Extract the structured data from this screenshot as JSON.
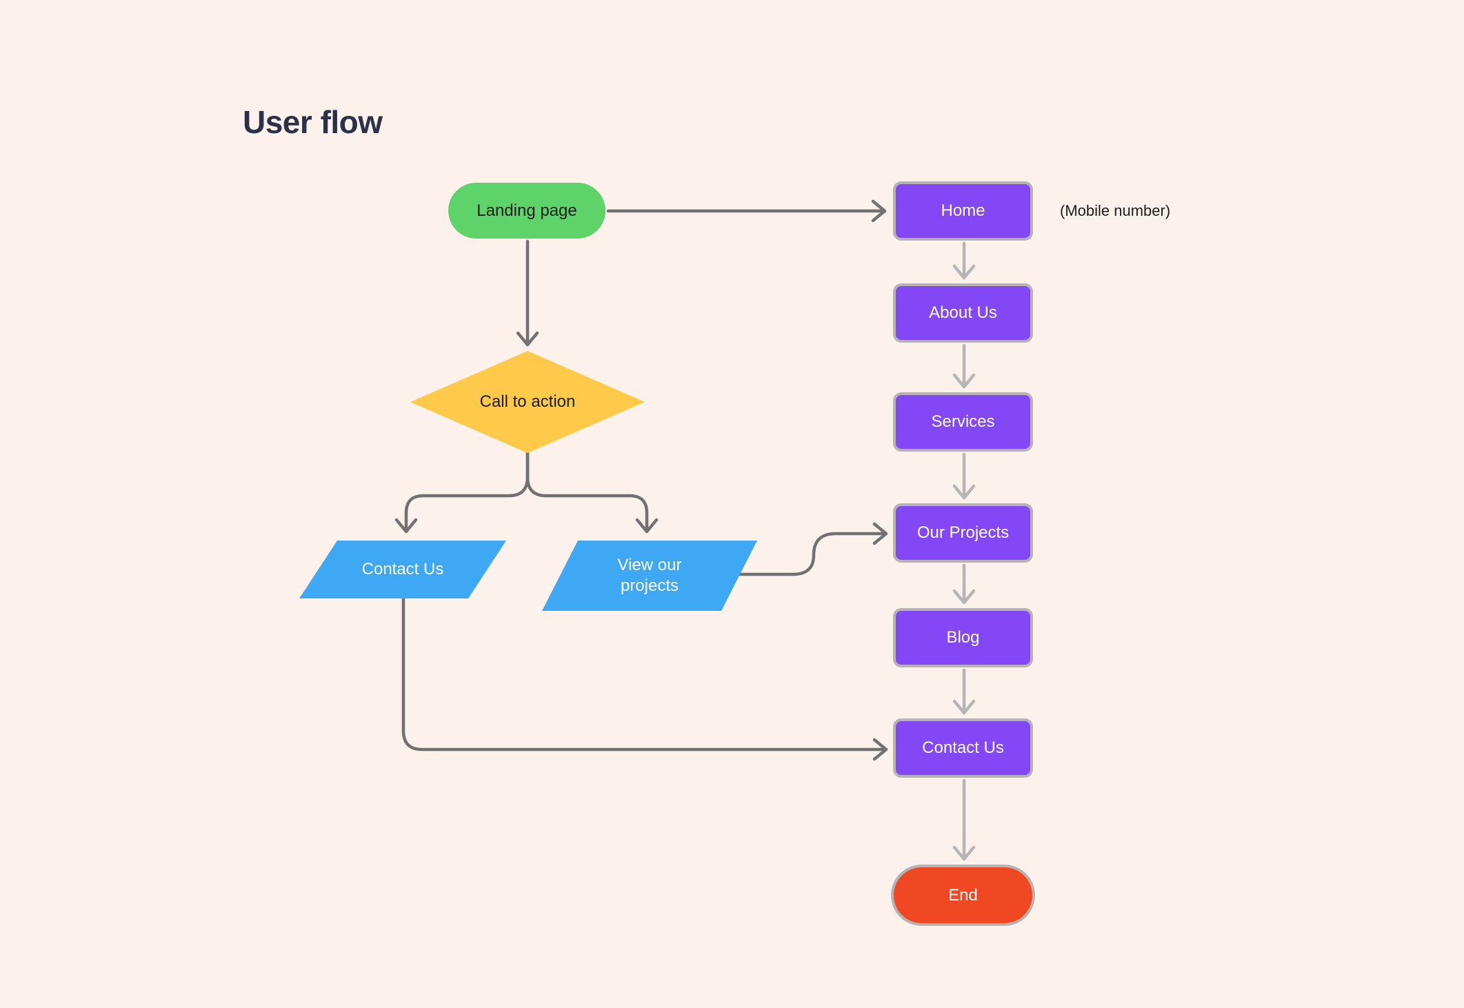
{
  "title": "User flow",
  "annotations": {
    "mobile_number": "(Mobile number)"
  },
  "nodes": {
    "landing_page": {
      "label": "Landing page",
      "shape": "terminator",
      "fill": "green"
    },
    "call_to_action": {
      "label": "Call to action",
      "shape": "decision",
      "fill": "yellow"
    },
    "contact_us_action": {
      "label": "Contact Us",
      "shape": "parallelogram",
      "fill": "blue"
    },
    "view_our_projects": {
      "label": "View our projects",
      "shape": "parallelogram",
      "fill": "blue"
    },
    "home": {
      "label": "Home",
      "shape": "process",
      "fill": "purple"
    },
    "about_us": {
      "label": "About Us",
      "shape": "process",
      "fill": "purple"
    },
    "services": {
      "label": "Services",
      "shape": "process",
      "fill": "purple"
    },
    "our_projects": {
      "label": "Our Projects",
      "shape": "process",
      "fill": "purple"
    },
    "blog": {
      "label": "Blog",
      "shape": "process",
      "fill": "purple"
    },
    "contact_us": {
      "label": "Contact Us",
      "shape": "process",
      "fill": "purple"
    },
    "end": {
      "label": "End",
      "shape": "terminator",
      "fill": "orange"
    }
  },
  "edges": [
    {
      "from": "landing_page",
      "to": "home"
    },
    {
      "from": "landing_page",
      "to": "call_to_action"
    },
    {
      "from": "call_to_action",
      "to": "contact_us_action"
    },
    {
      "from": "call_to_action",
      "to": "view_our_projects"
    },
    {
      "from": "view_our_projects",
      "to": "our_projects"
    },
    {
      "from": "contact_us_action",
      "to": "contact_us"
    },
    {
      "from": "home",
      "to": "about_us"
    },
    {
      "from": "about_us",
      "to": "services"
    },
    {
      "from": "services",
      "to": "our_projects"
    },
    {
      "from": "our_projects",
      "to": "blog"
    },
    {
      "from": "blog",
      "to": "contact_us"
    },
    {
      "from": "contact_us",
      "to": "end"
    }
  ],
  "colors": {
    "background": "#FCF2EB",
    "titleText": "#2A3148",
    "darkText": "#1C1C1C",
    "lightText": "#FFFFFF",
    "green": "#5ED36A",
    "yellow": "#FFC94A",
    "blue": "#3EA8F5",
    "purple": "#8347F6",
    "orange": "#EF4823",
    "arrowDark": "#717171",
    "arrowLight": "#B5B5B5",
    "border": "#B6B3B4"
  }
}
